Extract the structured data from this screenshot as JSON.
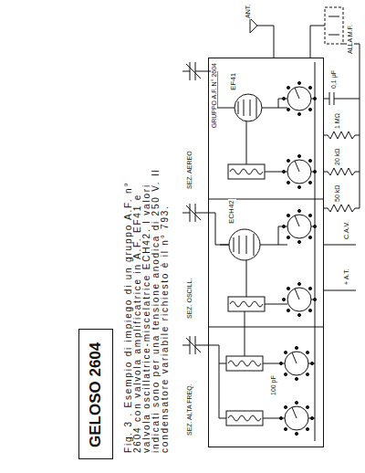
{
  "diagram": {
    "caption": "Fig. 3 . Esempio di impiego di un gruppo A.F. n° 2604 con valvola amplificatrice in A.F. EF41 e valvola oscillatrice-miscelatrice ECH42. I valori indicati sono per una tensione anodica di 250 V. Il condensatore variabile richiesto è il n° 793.",
    "nodes": [
      {
        "text": [
          "GRUPPO A.F. N° 2604"
        ]
      },
      {
        "text": [
          "GELOSO 2604"
        ]
      }
    ],
    "labels": [
      "SEZ. ALTA FREQ.",
      "SEZ. OSCILL.",
      "SEZ. AEREO",
      "EF41",
      "ECH42",
      "100 pF",
      "50 kΩ",
      "20 kΩ",
      "1 MΩ",
      "0,1 μF",
      "+ A.T.",
      "C.A.V.",
      "ALLA M.F.",
      "ANT."
    ]
  }
}
